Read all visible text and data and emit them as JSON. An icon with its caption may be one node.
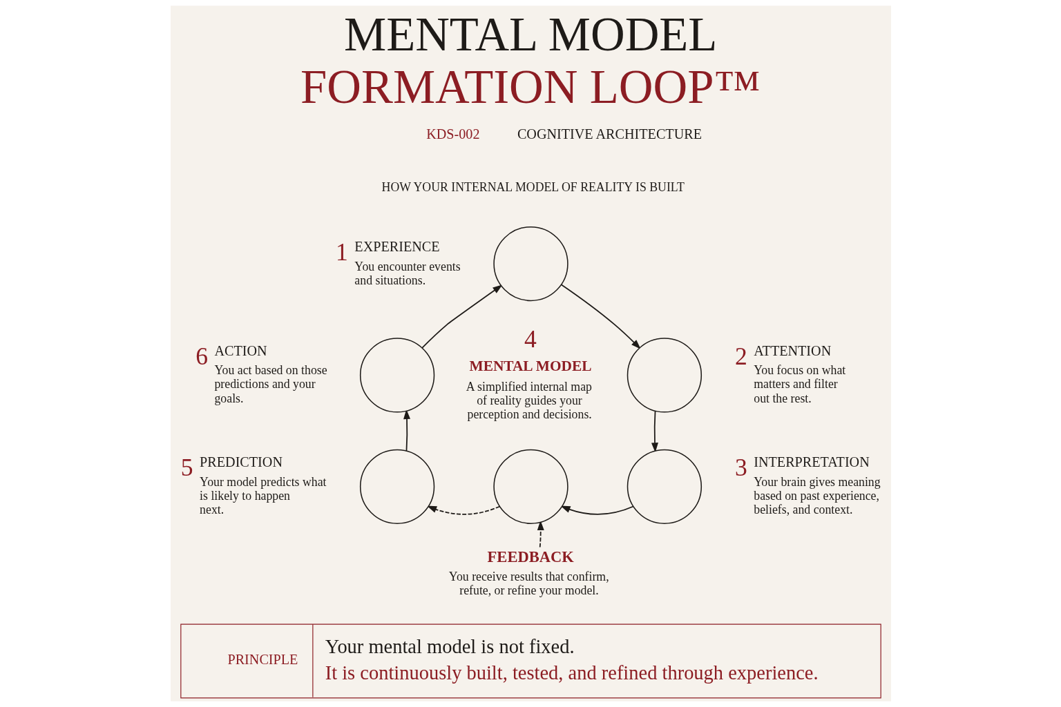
{
  "diagram": {
    "title": "MENTAL MODEL FORMATION LOOP™",
    "nodes": [
      {
        "text": [],
        "shape": "circle",
        "beside": [
          "1",
          "EXPERIENCE",
          "You encounter events and situations."
        ]
      },
      {
        "text": [],
        "shape": "circle",
        "beside": [
          "2",
          "ATTENTION",
          "You focus on what matters and filter out the rest."
        ]
      },
      {
        "text": [],
        "shape": "circle",
        "beside": [
          "3",
          "INTERPRETATION",
          "Your brain gives meaning based on past experience, beliefs, and context."
        ]
      },
      {
        "text": [],
        "shape": "circle",
        "beside": [
          "4",
          "MENTAL MODEL",
          "A simplified internal map of reality guides your perception and decisions."
        ]
      },
      {
        "text": [],
        "shape": "circle",
        "beside": [
          "5",
          "PREDICTION",
          "Your model predicts what is likely to happen next."
        ]
      },
      {
        "text": [],
        "shape": "circle",
        "beside": [
          "6",
          "ACTION",
          "You act based on those predictions and your goals."
        ]
      },
      {
        "text": [
          "FEEDBACK",
          "You receive results that confirm, refute, or refine your model."
        ]
      },
      {
        "text": [
          "PRINCIPLE",
          "Your mental model is not fixed.",
          "It is continuously built, tested, and refined through experience."
        ]
      }
    ],
    "edges": [
      {
        "from": 0,
        "to": 1,
        "arrow": "to"
      },
      {
        "from": 1,
        "to": 2,
        "arrow": "to"
      },
      {
        "from": 2,
        "to": 3,
        "arrow": "to"
      },
      {
        "from": 3,
        "to": 4,
        "arrow": "to",
        "style": "dashed"
      },
      {
        "from": 4,
        "to": 5,
        "arrow": "to"
      },
      {
        "from": 5,
        "to": 0,
        "arrow": "to"
      },
      {
        "from": 6,
        "to": 3,
        "arrow": "to",
        "style": "dashed"
      }
    ],
    "labels": [
      "KDS-002",
      "COGNITIVE ARCHITECTURE",
      "HOW YOUR INTERNAL MODEL OF REALITY IS BUILT"
    ]
  }
}
